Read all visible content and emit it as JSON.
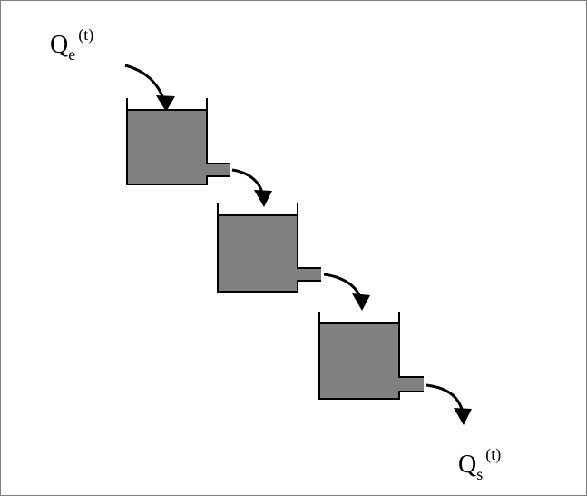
{
  "diagram": {
    "inflow_label": {
      "main": "Q",
      "sub": "e",
      "sup": "(t)"
    },
    "outflow_label": {
      "main": "Q",
      "sub": "s",
      "sup": "(t)"
    },
    "tanks": [
      {
        "id": "tank-1"
      },
      {
        "id": "tank-2"
      },
      {
        "id": "tank-3"
      }
    ],
    "colors": {
      "fluid": "#808080",
      "stroke": "#000000",
      "border": "#808080",
      "background": "#ffffff"
    }
  }
}
